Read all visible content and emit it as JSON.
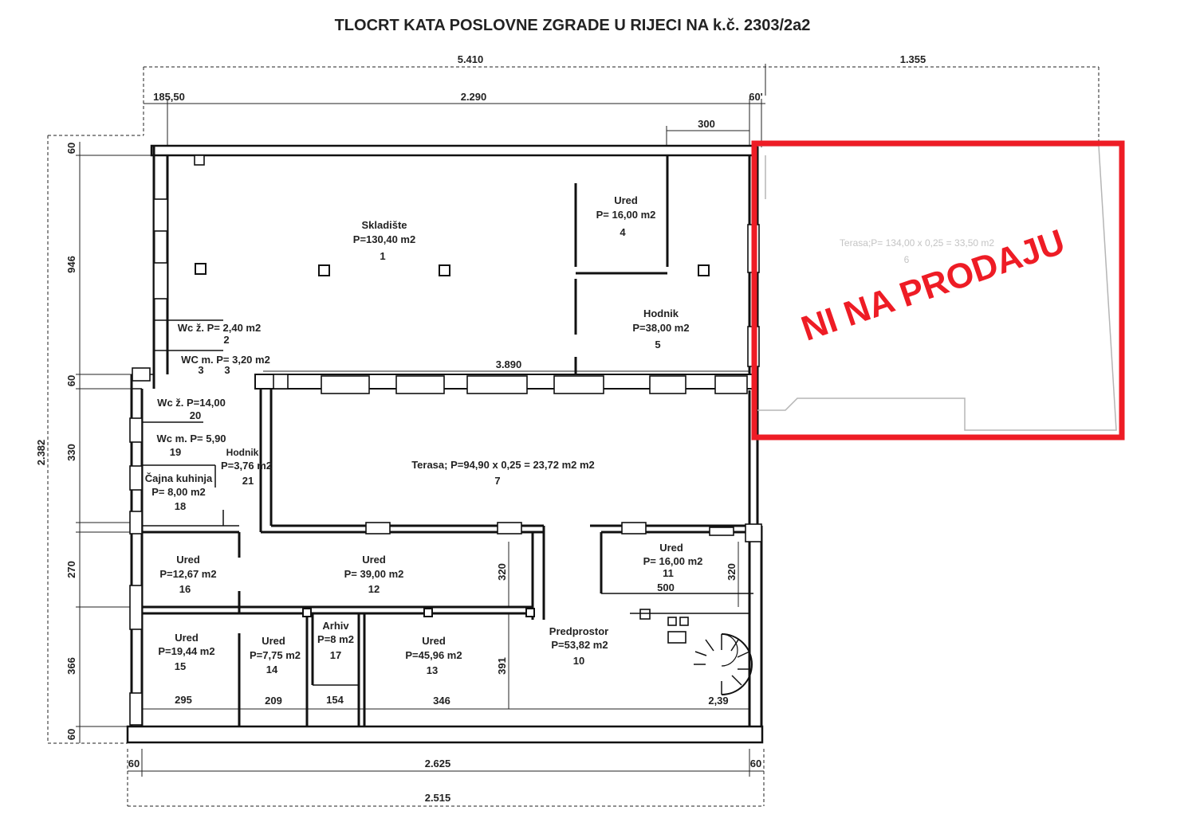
{
  "title": "TLOCRT KATA POSLOVNE ZGRADE U RIJECI NA k.č. 2303/2a2",
  "dimensions": {
    "top_total": "5.410",
    "top_right": "1.355",
    "top_left_small": "185,50",
    "top_mid": "2.290",
    "top_right_small": "60'",
    "door_300": "300",
    "corridor_3890": "3.890",
    "left_60_top": "60",
    "left_946": "946",
    "left_60_mid": "60",
    "left_330": "330",
    "left_2382": "2.382",
    "left_270": "270",
    "left_366": "366",
    "left_60_bot": "60",
    "v_320_left": "320",
    "v_320_right": "320",
    "v_391": "391",
    "inner_500": "500",
    "bottom_295": "295",
    "bottom_209": "209",
    "bottom_154": "154",
    "bottom_346": "346",
    "bottom_239": "2,39",
    "bottom_60_left": "60",
    "bottom_2625": "2.625",
    "bottom_60_right": "60",
    "bottom_2515": "2.515"
  },
  "rooms": {
    "r1": {
      "name": "Skladište",
      "area": "P=130,40 m2",
      "num": "1"
    },
    "r4": {
      "name": "Ured",
      "area": "P= 16,00 m2",
      "num": "4"
    },
    "r5": {
      "name": "Hodnik",
      "area": "P=38,00 m2",
      "num": "5"
    },
    "r2": {
      "label": "Wc ž. P= 2,40 m2",
      "num": "2"
    },
    "r3": {
      "label": "WC m.  P= 3,20 m2",
      "num_a": "3",
      "num_b": "3"
    },
    "r20": {
      "label": "Wc ž. P=14,00",
      "num": "20"
    },
    "r19": {
      "label": "Wc m. P= 5,90",
      "num": "19"
    },
    "r21": {
      "name": "Hodnik",
      "area": "P=3,76 m2",
      "num": "21"
    },
    "r18": {
      "name": "Čajna kuhinja",
      "area": "P= 8,00 m2",
      "num": "18"
    },
    "r7": {
      "label": "Terasa; P=94,90 x 0,25 = 23,72 m2 m2",
      "num": "7"
    },
    "r16": {
      "name": "Ured",
      "area": "P=12,67 m2",
      "num": "16"
    },
    "r12": {
      "name": "Ured",
      "area": "P= 39,00 m2",
      "num": "12"
    },
    "r11": {
      "name": "Ured",
      "area": "P= 16,00 m2",
      "num": "11"
    },
    "r15": {
      "name": "Ured",
      "area": "P=19,44 m2",
      "num": "15"
    },
    "r14": {
      "name": "Ured",
      "area": "P=7,75 m2",
      "num": "14"
    },
    "r17": {
      "name": "Arhiv",
      "area": "P=8 m2",
      "num": "17"
    },
    "r13": {
      "name": "Ured",
      "area": "P=45,96 m2",
      "num": "13"
    },
    "r10": {
      "name": "Predprostor",
      "area": "P=53,82 m2",
      "num": "10"
    },
    "r6": {
      "label": "Terasa;P= 134,00 x 0,25 = 33,50 m2",
      "num": "6"
    }
  },
  "stamp": {
    "text": "NI NA PRODAJU",
    "color": "#ee1c25"
  }
}
